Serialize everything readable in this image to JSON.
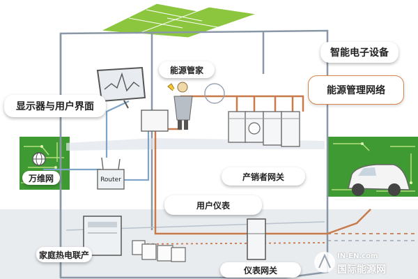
{
  "labels": {
    "smart_devices": "智能电子设备",
    "energy_manager": "能源管家",
    "display_ui": "显示器与用户界面",
    "energy_network": "能源管理网络",
    "internet": "万维网",
    "router": "Router",
    "producer_consumer_gateway": "产销者网关",
    "user_meter": "用户仪表",
    "home_chp": "家庭热电联产",
    "meter_gateway": "仪表网关"
  },
  "watermark": {
    "site": "IN-EN.com",
    "brand": "国际能源网"
  },
  "colors": {
    "wall": "#8a97a6",
    "solar_panel": "#8cc63f",
    "power_line": "#c87a4a",
    "data_line": "#7ea4c8",
    "green_board": "#3f9a34",
    "label_border": "#d7834b"
  }
}
